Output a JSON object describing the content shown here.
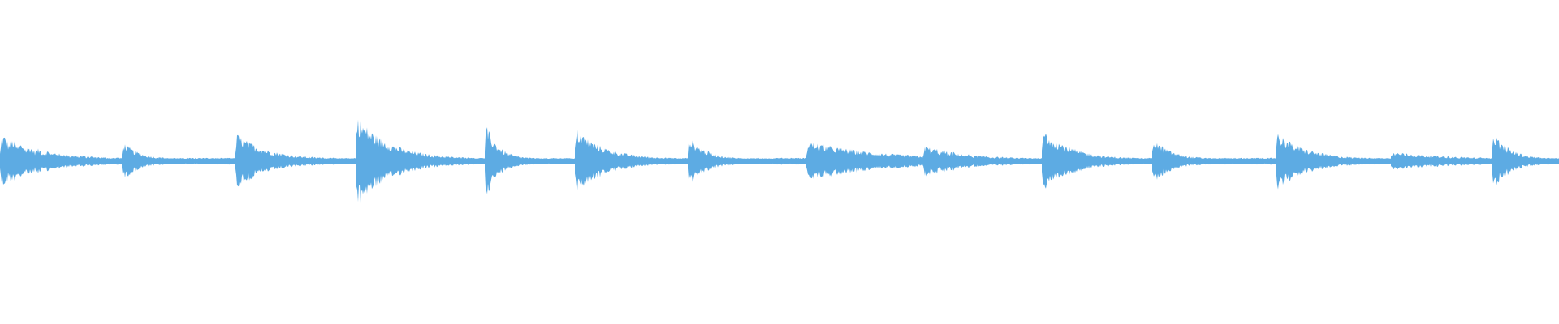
{
  "waveform": {
    "color": "#5DABE3",
    "background": "#FFFFFF",
    "channels": 1,
    "segments": [
      {
        "start": 0.0,
        "end": 0.078,
        "peak": 0.15,
        "decay": "wobble"
      },
      {
        "start": 0.078,
        "end": 0.151,
        "peak": 0.11,
        "decay": "fast"
      },
      {
        "start": 0.151,
        "end": 0.228,
        "peak": 0.15,
        "decay": "medium"
      },
      {
        "start": 0.228,
        "end": 0.311,
        "peak": 0.25,
        "decay": "medium"
      },
      {
        "start": 0.311,
        "end": 0.369,
        "peak": 0.21,
        "decay": "fast"
      },
      {
        "start": 0.369,
        "end": 0.441,
        "peak": 0.18,
        "decay": "medium"
      },
      {
        "start": 0.441,
        "end": 0.517,
        "peak": 0.14,
        "decay": "fast"
      },
      {
        "start": 0.517,
        "end": 0.592,
        "peak": 0.11,
        "decay": "slow"
      },
      {
        "start": 0.592,
        "end": 0.668,
        "peak": 0.09,
        "decay": "wobble"
      },
      {
        "start": 0.668,
        "end": 0.739,
        "peak": 0.18,
        "decay": "medium"
      },
      {
        "start": 0.739,
        "end": 0.818,
        "peak": 0.13,
        "decay": "fast"
      },
      {
        "start": 0.818,
        "end": 0.892,
        "peak": 0.16,
        "decay": "medium"
      },
      {
        "start": 0.892,
        "end": 0.957,
        "peak": 0.05,
        "decay": "slow"
      },
      {
        "start": 0.957,
        "end": 1.0,
        "peak": 0.17,
        "decay": "medium"
      }
    ]
  }
}
